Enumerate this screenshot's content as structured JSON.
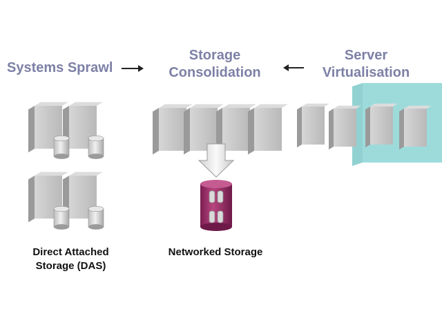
{
  "headings": {
    "sprawl": "Systems Sprawl",
    "consolidation_line1": "Storage",
    "consolidation_line2": "Consolidation",
    "virtualisation_line1": "Server",
    "virtualisation_line2": "Virtualisation"
  },
  "captions": {
    "das_line1": "Direct Attached",
    "das_line2": "Storage (DAS)",
    "networked": "Networked Storage"
  },
  "colors": {
    "heading_text": "#7d80a6",
    "server_front": "#c4c4c4",
    "server_side": "#9a9a9a",
    "server_top": "#dcdcdc",
    "storage_array": "#a3336f",
    "virtualisation_box": "#8fd3d3"
  },
  "icons": {
    "server": "server-tower-icon",
    "disk": "disk-cylinder-icon",
    "storage": "storage-array-icon",
    "arrow_right": "arrow-right-icon",
    "arrow_left": "arrow-left-icon",
    "arrow_down": "arrow-down-icon"
  }
}
